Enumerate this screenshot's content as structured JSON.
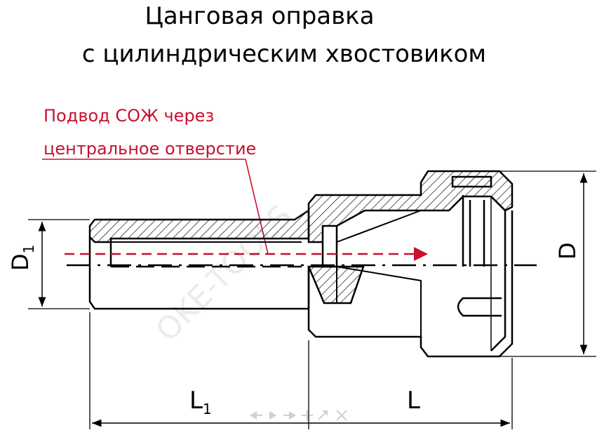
{
  "title": {
    "line1": "Цанговая оправка",
    "line2": "с цилиндрическим хвостовиком"
  },
  "annotation": {
    "line1": "Подвод СОЖ через",
    "line2": "центральное отверстие",
    "color": "#c8102e"
  },
  "dimensions": {
    "d1_main": "D",
    "d1_sub": "1",
    "d": "D",
    "l1_main": "L",
    "l1_sub": "1",
    "l": "L"
  },
  "watermark": "OKE-TOOLS",
  "colors": {
    "line": "#000000",
    "accent": "#c8102e",
    "background": "#ffffff"
  },
  "toolbar": {
    "icons": [
      "arrow-left-icon",
      "play-icon",
      "arrow-right-icon",
      "crosshair-icon",
      "resize-icon",
      "close-icon"
    ]
  }
}
